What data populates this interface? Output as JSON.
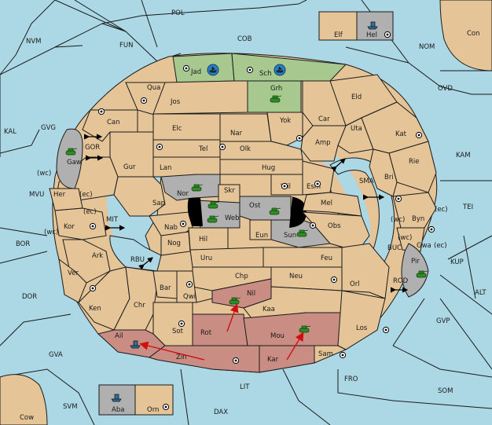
{
  "map": {
    "colors": {
      "sea": "#acd8e6",
      "land": "#e5c598",
      "neutral": "#b0b0b0",
      "player_green": "#a7c98f",
      "player_red": "#c98d84",
      "order_arrow": "#d01010"
    },
    "labels": {
      "POL": "POL",
      "CON": "Con",
      "NVM": "NVM",
      "FUN": "FUN",
      "COB": "COB",
      "NOM": "NOM",
      "KAL": "KAL",
      "OVD": "OVD",
      "GVG": "GVG",
      "KAM": "KAM",
      "MVU": "MVU",
      "TEI": "TEI",
      "BOR": "BOR",
      "KUP": "KUP",
      "DOR": "DOR",
      "ALT": "ALT",
      "GVP": "GVP",
      "GVA": "GVA",
      "FRO": "FRO",
      "SOM": "SOM",
      "LIT": "LIT",
      "SVM": "SVM",
      "DAX": "DAX",
      "COW": "Cow",
      "GOR": "GOR",
      "MIT": "MIT",
      "RBU": "RBU",
      "SMA": "SMA",
      "BUC": "BUC",
      "ROD": "ROD",
      "Elf": "Elf",
      "Hel": "Hel",
      "Aba": "Aba",
      "Orn": "Orn",
      "Jad": "Jad",
      "Sch": "Sch",
      "Grh": "Grh",
      "Qua": "Qua",
      "Jos": "Jos",
      "Eld": "Eld",
      "Can": "Can",
      "Yok": "Yok",
      "Car": "Car",
      "Uta": "Uta",
      "Elc": "Elc",
      "Nar": "Nar",
      "Amp": "Amp",
      "Kat": "Kat",
      "Tel": "Tel",
      "Olk": "Olk",
      "Gaw": "Gaw",
      "Gur": "Gur",
      "Lan": "Lan",
      "Hug": "Hug",
      "Rie": "Rie",
      "Bri": "Bri",
      "Wil": "Wil",
      "Esm": "Esm",
      "Nor": "Nor",
      "Skr": "Skr",
      "Her": "Her",
      "Sap": "Sap",
      "Ost": "Ost",
      "Mel": "Mel",
      "Web": "Web",
      "Byn": "Byn",
      "Kor": "Kor",
      "Nab": "Nab",
      "Eun": "Eun",
      "Obs": "Obs",
      "Sun": "Sun",
      "Gwa": "Gwa",
      "Hil": "Hil",
      "Nog": "Nog",
      "Ark": "Ark",
      "Pir": "Pir",
      "Uru": "Uru",
      "Feu": "Feu",
      "Ver": "Ver",
      "Chp": "Chp",
      "Neu": "Neu",
      "Bar": "Bar",
      "Orl": "Orl",
      "Qwi": "Qwi",
      "Nil": "Nil",
      "Ken": "Ken",
      "Chr": "Chr",
      "Kaa": "Kaa",
      "Rot": "Rot",
      "Sot": "Sot",
      "Los": "Los",
      "Mou": "Mou",
      "Ail": "Ail",
      "Zin": "Zin",
      "Sam": "Sam",
      "Kar": "Kar",
      "wc": "(wc)",
      "ec": "(ec)"
    }
  }
}
